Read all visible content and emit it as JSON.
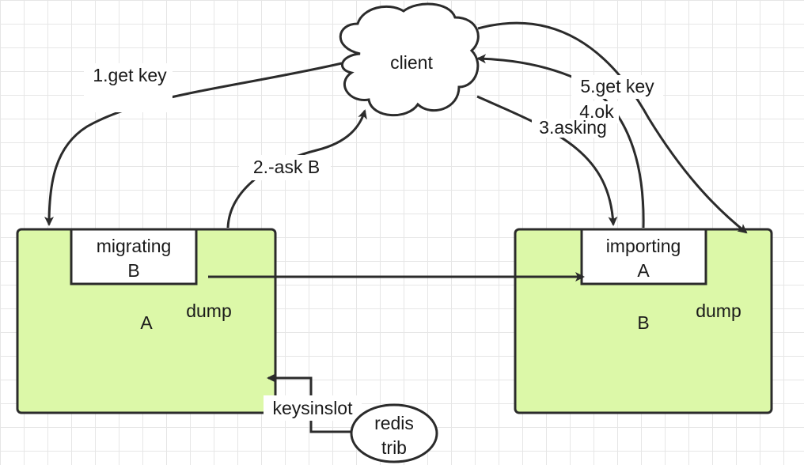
{
  "client": {
    "label": "client"
  },
  "node_a": {
    "name": "A",
    "state_label_line1": "migrating",
    "state_label_line2": "B",
    "dump_label": "dump"
  },
  "node_b": {
    "name": "B",
    "state_label_line1": "importing",
    "state_label_line2": "A",
    "dump_label": "dump"
  },
  "redis_trib": {
    "line1": "redis",
    "line2": "trib"
  },
  "edges": {
    "get_key_1": "1.get key",
    "ask_2": "2.-ask B",
    "asking_3": "3.asking",
    "ok_4": "4.ok",
    "get_key_5": "5.get key",
    "keysinslot": "keysinslot"
  },
  "colors": {
    "node_fill": "#dcf8a8",
    "stroke": "#2b2b2b",
    "label_box": "#ffffff"
  }
}
